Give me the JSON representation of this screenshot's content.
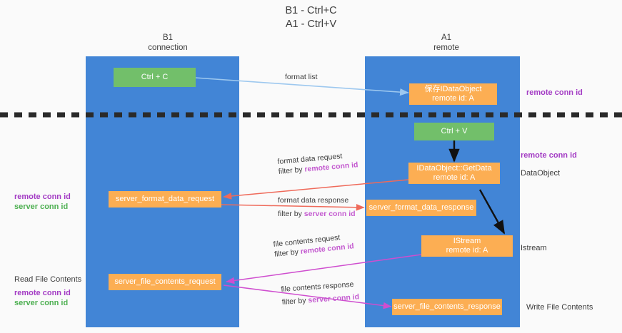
{
  "title": {
    "line1": "B1 - Ctrl+C",
    "line2": "A1 - Ctrl+V"
  },
  "columns": [
    {
      "name": "B1",
      "sub": "connection"
    },
    {
      "name": "A1",
      "sub": "remote"
    }
  ],
  "boxes": {
    "ctrl_c": {
      "label": "Ctrl + C"
    },
    "ctrl_v": {
      "label": "Ctrl + V"
    },
    "save_dataobject": {
      "line1": "保存IDataObject",
      "line2": "remote id: A"
    },
    "getdata": {
      "line1": "IDataObject::GetData",
      "line2": "remote id: A"
    },
    "istream": {
      "line1": "IStream",
      "line2": "remote id: A"
    },
    "server_format_data_request": {
      "label": "server_format_data_request"
    },
    "server_format_data_response": {
      "label": "server_format_data_response"
    },
    "server_file_contents_request": {
      "label": "server_file_contents_request"
    },
    "server_file_contents_response": {
      "label": "server_file_contents_response"
    }
  },
  "flows": {
    "format_list": {
      "line1": "format list"
    },
    "format_data_request": {
      "line1": "format data request",
      "filter_prefix": "filter by ",
      "filter_key": "remote conn id"
    },
    "format_data_response": {
      "line1": "format data response",
      "filter_prefix": "filter by ",
      "filter_key": "server conn id"
    },
    "file_contents_request": {
      "line1": "file contents request",
      "filter_prefix": "filter by ",
      "filter_key": "remote conn id"
    },
    "file_contents_response": {
      "line1": "file contents response",
      "filter_prefix": "filter by ",
      "filter_key": "server conn id"
    }
  },
  "left_labels": {
    "mid_remote": "remote conn id",
    "mid_server": "server conn id",
    "read_file_contents": "Read File Contents",
    "low_remote": "remote conn id",
    "low_server": "server conn id"
  },
  "right_labels": {
    "top_remote_conn_id": "remote conn id",
    "mid_remote_conn_id": "remote conn id",
    "dataobject": "DataObject",
    "istream": "Istream",
    "write_file_contents": "Write File Contents"
  },
  "colors": {
    "lane": "#4285d6",
    "green_box": "#72bf6a",
    "orange_box": "#fcae53",
    "purple_text": "#a33bc4",
    "green_text": "#4caf50",
    "magenta_text": "#c45bd0",
    "arrow_blue": "#9dc8ef",
    "arrow_red": "#ef6a5a",
    "arrow_magenta": "#cf4ecf",
    "arrow_black": "#111111",
    "divider": "#2a2a2a"
  }
}
